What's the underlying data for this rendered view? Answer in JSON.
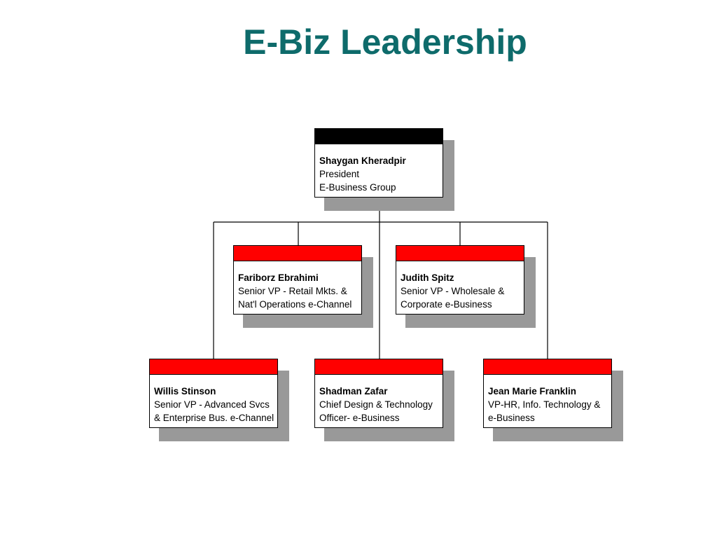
{
  "title": "E-Biz Leadership",
  "colors": {
    "title": "#0e6b6b",
    "top_header": "#000000",
    "member_header": "#ff0000",
    "shadow": "#999999"
  },
  "org": {
    "president": {
      "name": "Shaygan Kheradpir",
      "line1": "President",
      "line2": "E-Business Group"
    },
    "fariborz": {
      "name": "Fariborz Ebrahimi",
      "line1": "Senior VP - Retail Mkts. &",
      "line2": "Nat'l Operations e-Channel"
    },
    "judith": {
      "name": "Judith Spitz",
      "line1": "Senior VP - Wholesale &",
      "line2": "Corporate e-Business"
    },
    "willis": {
      "name": "Willis Stinson",
      "line1": "Senior VP - Advanced Svcs",
      "line2": "& Enterprise Bus. e-Channel"
    },
    "shadman": {
      "name": "Shadman Zafar",
      "line1": "Chief Design & Technology",
      "line2": "Officer- e-Business"
    },
    "jean": {
      "name": "Jean Marie Franklin",
      "line1": "VP-HR, Info. Technology &",
      "line2": "e-Business"
    }
  }
}
